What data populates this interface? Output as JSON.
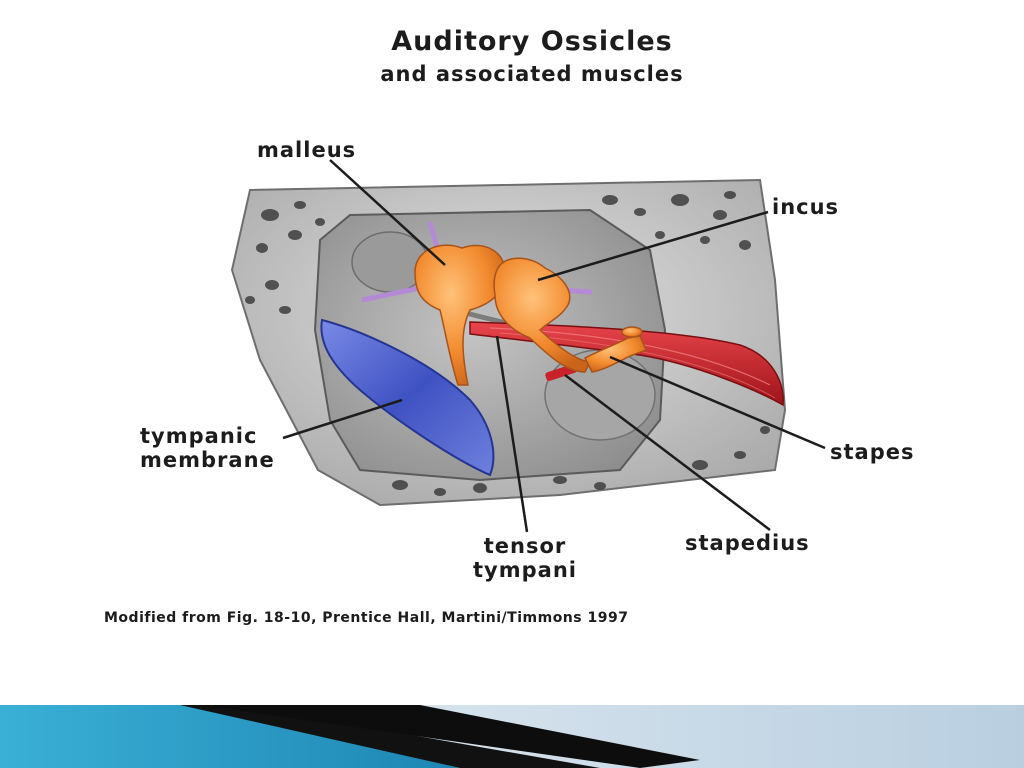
{
  "slide": {
    "title": "Auditory Ossicles",
    "subtitle": "and associated muscles",
    "labels": {
      "malleus": "malleus",
      "incus": "incus",
      "tympanic_line1": "tympanic",
      "tympanic_line2": "membrane",
      "stapes": "stapes",
      "stapedius": "stapedius",
      "tensor_line1": "tensor",
      "tensor_line2": "tympani"
    },
    "credit": "Modified from Fig. 18-10, Prentice Hall, Martini/Timmons 1997"
  },
  "colors": {
    "bone": "#c9c9c9",
    "ossicles": "#f28a2e",
    "membrane": "#4f62c9",
    "muscle": "#c8232b",
    "accent_band": "#2a9fc8"
  }
}
